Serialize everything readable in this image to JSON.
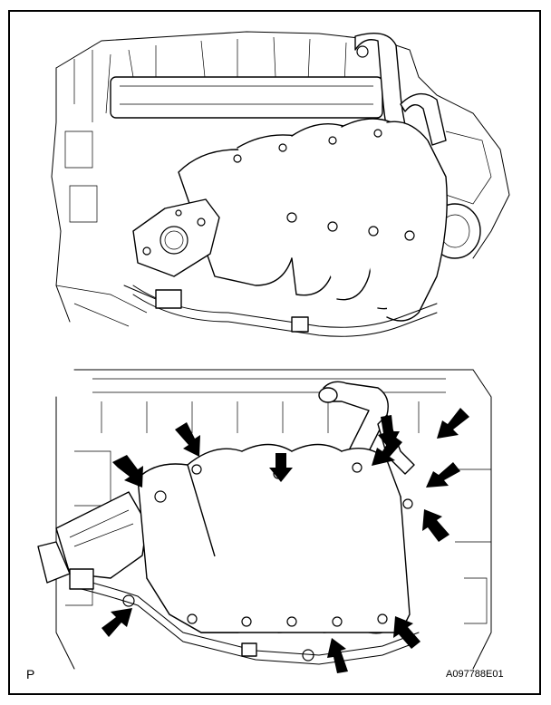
{
  "figure": {
    "corner_label": "P",
    "figure_code": "A097788E01"
  },
  "top_view": {
    "icon": "intake-manifold-installed-perspective"
  },
  "bottom_view": {
    "icon": "intake-manifold-front-view-with-bolt-arrows",
    "bolt_arrow_count": 11
  },
  "colors": {
    "line": "#000000",
    "background": "#ffffff"
  }
}
